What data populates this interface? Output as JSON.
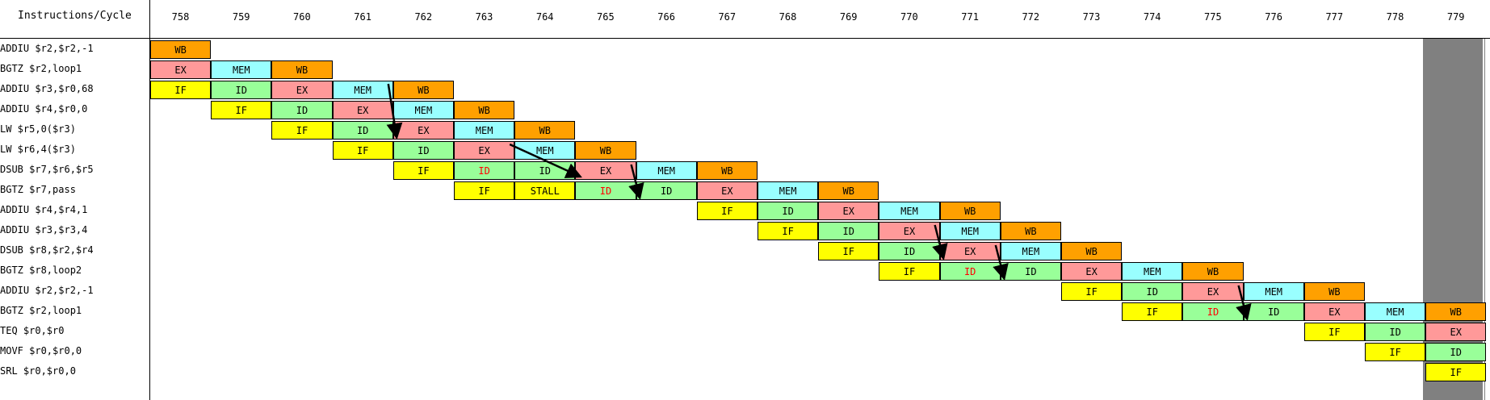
{
  "header": {
    "title": "Instructions/Cycle",
    "cycles": [
      "758",
      "759",
      "760",
      "761",
      "762",
      "763",
      "764",
      "765",
      "766",
      "767",
      "768",
      "769",
      "770",
      "771",
      "772",
      "773",
      "774",
      "775",
      "776",
      "777",
      "778",
      "779"
    ]
  },
  "instructions": [
    "ADDIU $r2,$r2,-1",
    "BGTZ $r2,loop1",
    "ADDIU $r3,$r0,68",
    "ADDIU $r4,$r0,0",
    "LW $r5,0($r3)",
    "LW $r6,4($r3)",
    "DSUB $r7,$r6,$r5",
    "BGTZ $r7,pass",
    "ADDIU $r4,$r4,1",
    "ADDIU $r3,$r3,4",
    "DSUB $r8,$r2,$r4",
    "BGTZ $r8,loop2",
    "ADDIU $r2,$r2,-1",
    "BGTZ $r2,loop1",
    "TEQ $r0,$r0",
    "MOVF $r0,$r0,0",
    "SRL $r0,$r0,0"
  ],
  "pipeline": [
    [
      [
        "WB",
        "WB"
      ]
    ],
    [
      [
        "EX",
        "EX"
      ],
      [
        "MEM",
        "MEM"
      ],
      [
        "WB",
        "WB"
      ]
    ],
    [
      [
        "IF",
        "IF"
      ],
      [
        "ID",
        "ID"
      ],
      [
        "EX",
        "EX"
      ],
      [
        "MEM",
        "MEM"
      ],
      [
        "WB",
        "WB"
      ]
    ],
    [
      [
        "IF",
        "IF"
      ],
      [
        "ID",
        "ID"
      ],
      [
        "EX",
        "EX"
      ],
      [
        "MEM",
        "MEM"
      ],
      [
        "WB",
        "WB"
      ]
    ],
    [
      [
        "IF",
        "IF"
      ],
      [
        "ID",
        "ID"
      ],
      [
        "EX",
        "EX"
      ],
      [
        "MEM",
        "MEM"
      ],
      [
        "WB",
        "WB"
      ]
    ],
    [
      [
        "IF",
        "IF"
      ],
      [
        "ID",
        "ID"
      ],
      [
        "EX",
        "EX"
      ],
      [
        "MEM",
        "MEM"
      ],
      [
        "WB",
        "WB"
      ]
    ],
    [
      [
        "IF",
        "IF"
      ],
      [
        "ID",
        "ID",
        "stall"
      ],
      [
        "ID",
        "ID"
      ],
      [
        "EX",
        "EX"
      ],
      [
        "MEM",
        "MEM"
      ],
      [
        "WB",
        "WB"
      ]
    ],
    [
      [
        "IF",
        "IF"
      ],
      [
        "STALL",
        "STALL"
      ],
      [
        "ID",
        "ID",
        "stall"
      ],
      [
        "ID",
        "ID"
      ],
      [
        "EX",
        "EX"
      ],
      [
        "MEM",
        "MEM"
      ],
      [
        "WB",
        "WB"
      ]
    ],
    [
      [
        "IF",
        "IF"
      ],
      [
        "ID",
        "ID"
      ],
      [
        "EX",
        "EX"
      ],
      [
        "MEM",
        "MEM"
      ],
      [
        "WB",
        "WB"
      ]
    ],
    [
      [
        "IF",
        "IF"
      ],
      [
        "ID",
        "ID"
      ],
      [
        "EX",
        "EX"
      ],
      [
        "MEM",
        "MEM"
      ],
      [
        "WB",
        "WB"
      ]
    ],
    [
      [
        "IF",
        "IF"
      ],
      [
        "ID",
        "ID"
      ],
      [
        "EX",
        "EX"
      ],
      [
        "MEM",
        "MEM"
      ],
      [
        "WB",
        "WB"
      ]
    ],
    [
      [
        "IF",
        "IF"
      ],
      [
        "ID",
        "ID",
        "stall"
      ],
      [
        "ID",
        "ID"
      ],
      [
        "EX",
        "EX"
      ],
      [
        "MEM",
        "MEM"
      ],
      [
        "WB",
        "WB"
      ]
    ],
    [
      [
        "IF",
        "IF"
      ],
      [
        "ID",
        "ID"
      ],
      [
        "EX",
        "EX"
      ],
      [
        "MEM",
        "MEM"
      ],
      [
        "WB",
        "WB"
      ]
    ],
    [
      [
        "IF",
        "IF"
      ],
      [
        "ID",
        "ID",
        "stall"
      ],
      [
        "ID",
        "ID"
      ],
      [
        "EX",
        "EX"
      ],
      [
        "MEM",
        "MEM"
      ],
      [
        "WB",
        "WB"
      ]
    ],
    [
      [
        "IF",
        "IF"
      ],
      [
        "ID",
        "ID"
      ],
      [
        "EX",
        "EX"
      ]
    ],
    [
      [
        "IF",
        "IF"
      ],
      [
        "ID",
        "ID"
      ]
    ],
    [
      [
        "IF",
        "IF"
      ]
    ]
  ],
  "forwarding_arrows": [
    {
      "from": [
        2,
        3
      ],
      "to": [
        4,
        4
      ]
    },
    {
      "from": [
        5,
        5
      ],
      "to": [
        6,
        7
      ]
    },
    {
      "from": [
        6,
        7
      ],
      "to": [
        7,
        8
      ]
    },
    {
      "from": [
        9,
        12
      ],
      "to": [
        10,
        13
      ]
    },
    {
      "from": [
        10,
        13
      ],
      "to": [
        11,
        14
      ]
    },
    {
      "from": [
        12,
        17
      ],
      "to": [
        13,
        18
      ]
    }
  ],
  "colors": {
    "IF": "#ffff00",
    "ID": "#99ff99",
    "EX": "#ff9999",
    "MEM": "#99ffff",
    "WB": "#ffa000",
    "STALL": "#ffff00",
    "stall_text": "#ff0000",
    "current_cycle_band": "#808080"
  }
}
